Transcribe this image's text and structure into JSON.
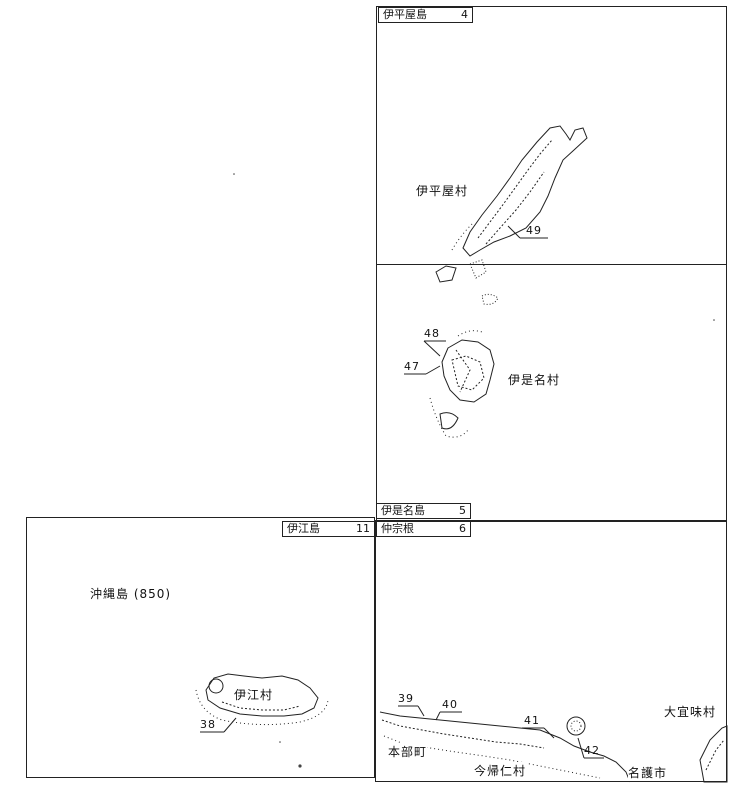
{
  "sheets": [
    {
      "name": "伊平屋島",
      "num": "4"
    },
    {
      "name": "伊是名島",
      "num": "5"
    },
    {
      "name": "伊江島",
      "num": "11"
    },
    {
      "name": "仲宗根",
      "num": "6"
    }
  ],
  "place_labels": {
    "iheya": "伊平屋村",
    "izena": "伊是名村",
    "okinawa": "沖縄島 (850)",
    "ie": "伊江村",
    "motobu": "本部町",
    "nakijin": "今帰仁村",
    "nago": "名護市",
    "ogimi": "大宜味村"
  },
  "site_numbers": {
    "n49": "49",
    "n48": "48",
    "n47": "47",
    "n38": "38",
    "n39": "39",
    "n40": "40",
    "n41": "41",
    "n42": "42"
  }
}
